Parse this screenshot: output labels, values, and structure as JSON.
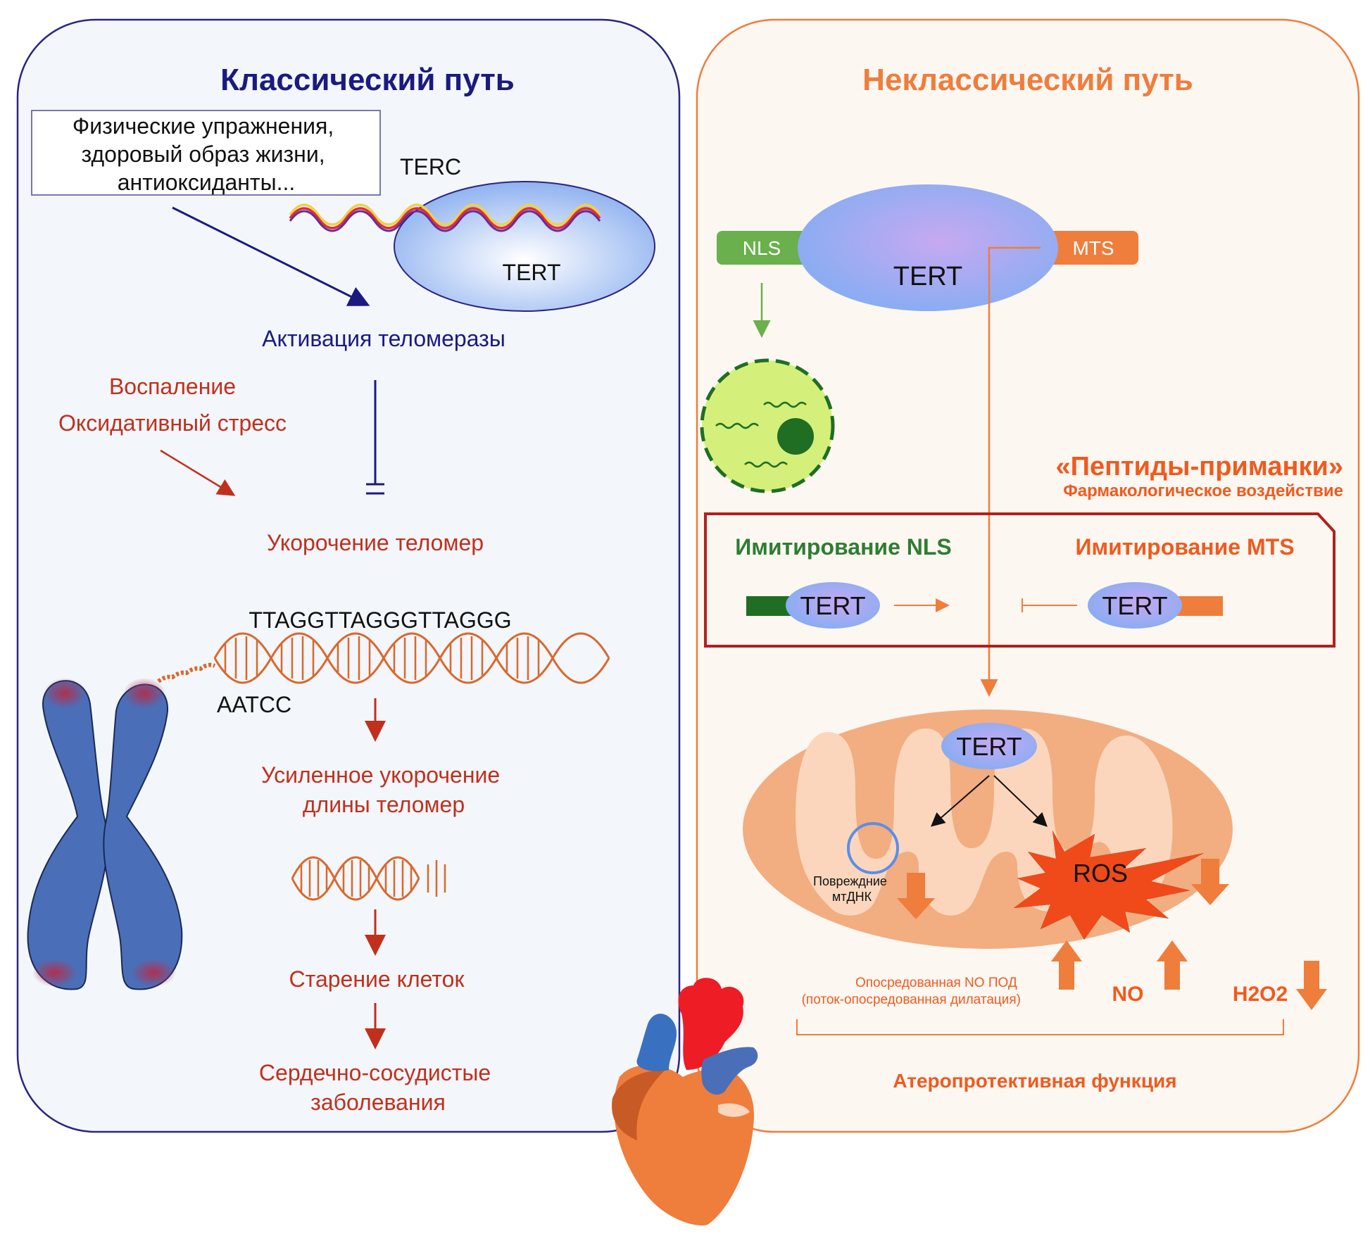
{
  "colors": {
    "navy": "#1a1a80",
    "red_text": "#c0301c",
    "orange": "#ef7d3c",
    "orange_bright": "#f05a1e",
    "dark_red": "#b3201c",
    "green_dark": "#2e7d32",
    "green_light": "#6ab04c",
    "chromosome_blue": "#4a6fb8",
    "left_panel_bg": "#f3f6fb",
    "right_panel_bg": "#fdf7f2"
  },
  "left": {
    "title": "Классический путь",
    "lifestyle_lines": [
      "Физические упражнения,",
      "здоровый образ жизни,",
      "антиоксиданты..."
    ],
    "terc_label": "TERC",
    "tert_label": "TERT",
    "activation": "Активация теломеразы",
    "inflammation": "Воспаление",
    "oxidative_stress": "Оксидативный стресс",
    "shortening": "Укорочение теломер",
    "seq_top": "TTAGGTTAGGGTTAGGG",
    "seq_bottom": "AATCC",
    "enhanced_lines": [
      "Усиленное укорочение",
      "длины теломер"
    ],
    "aging": "Старение клеток",
    "cvd_lines": [
      "Сердечно-сосудистые",
      "заболевания"
    ]
  },
  "right": {
    "title": "Неклассический путь",
    "nls": "NLS",
    "mts": "MTS",
    "tert": "TERT",
    "decoy_title": "«Пептиды-приманки»",
    "decoy_subtitle": "Фармакологическое воздействие",
    "mimic_nls": "Имитирование NLS",
    "mimic_mts": "Имитирование MTS",
    "tert_mimic_1": "TERT",
    "tert_mimic_2": "TERT",
    "tert_mito": "TERT",
    "ros": "ROS",
    "damaged_lines": [
      "Повреждние",
      "мтДНК"
    ],
    "fmd_lines": [
      "Опосредованная NO ПОД",
      "(поток-опосредованная дилатация)"
    ],
    "no": "NO",
    "h2o2": "H2O2",
    "atheroprotective": "Атеропротективная функция"
  },
  "icons": [
    "dna-helix-icon",
    "chromosome-icon",
    "nucleus-icon",
    "mitochondrion-icon",
    "heart-icon",
    "ros-burst-icon"
  ]
}
